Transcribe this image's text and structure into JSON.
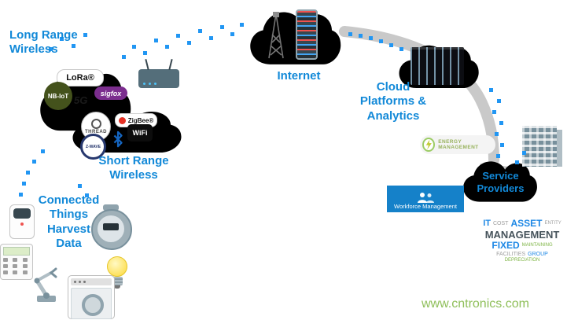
{
  "labels": {
    "long_range": "Long Range\nWireless",
    "short_range": "Short Range\nWireless",
    "connected_things": "Connected\nThings\nHarvest\nData",
    "internet": "Internet",
    "cloud_platforms": "Cloud\nPlatforms &\nAnalytics",
    "service_providers": "Service\nProviders"
  },
  "logos": {
    "lora": "LoRa®",
    "nb_iot": "NB-IoT",
    "five_g": "5G",
    "sigfox": "sigfox",
    "thread": "THREAD",
    "zigbee": "ZigBee®",
    "z_wave": "Z-WAVE",
    "wifi": "WiFi"
  },
  "badges": {
    "energy_management": "ENERGY MANAGEMENT",
    "workforce_management": "Workforce Management"
  },
  "wordcloud": {
    "words": [
      {
        "text": "IT"
      },
      {
        "text": "COST"
      },
      {
        "text": "ASSET"
      },
      {
        "text": "ENTITY"
      },
      {
        "text": "MANAGEMENT"
      },
      {
        "text": "FIXED"
      },
      {
        "text": "MAINTAINING"
      },
      {
        "text": "FACILITIES"
      },
      {
        "text": "GROUP"
      },
      {
        "text": "DEPRECIATION"
      }
    ]
  },
  "watermark": "www.cntronics.com",
  "colors": {
    "label_blue": "#1289d8",
    "dot_blue": "#2196f3",
    "arc_gray": "#c9c9c9",
    "workforce_blue": "#1581c9",
    "watermark_green": "#8fbf5a"
  }
}
